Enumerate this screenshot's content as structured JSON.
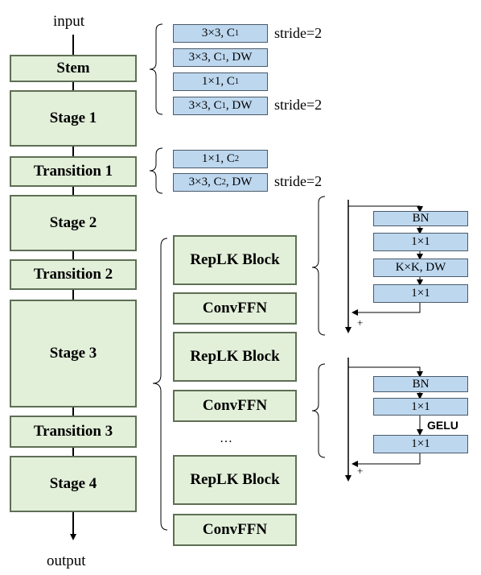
{
  "io": {
    "input": "input",
    "output": "output"
  },
  "stages": [
    {
      "label": "Stem"
    },
    {
      "label": "Stage 1"
    },
    {
      "label": "Transition 1"
    },
    {
      "label": "Stage 2"
    },
    {
      "label": "Transition 2"
    },
    {
      "label": "Stage 3"
    },
    {
      "label": "Transition 3"
    },
    {
      "label": "Stage 4"
    }
  ],
  "stem_ops": [
    {
      "text": "3×3, C",
      "sub": "1",
      "suffix": "",
      "stride": "stride=2"
    },
    {
      "text": "3×3, C",
      "sub": "1",
      "suffix": ", DW",
      "stride": ""
    },
    {
      "text": "1×1, C",
      "sub": "1",
      "suffix": "",
      "stride": ""
    },
    {
      "text": "3×3, C",
      "sub": "1",
      "suffix": ", DW",
      "stride": "stride=2"
    }
  ],
  "transition_ops": [
    {
      "text": "1×1, C",
      "sub": "2",
      "suffix": "",
      "stride": ""
    },
    {
      "text": "3×3, C",
      "sub": "2",
      "suffix": ", DW",
      "stride": "stride=2"
    }
  ],
  "stage_blocks": [
    "RepLK Block",
    "ConvFFN",
    "RepLK Block",
    "ConvFFN",
    "RepLK Block",
    "ConvFFN"
  ],
  "ellipsis": "…",
  "replk_detail": {
    "ops": [
      "BN",
      "1×1",
      "K×K, DW",
      "1×1"
    ],
    "plus": "+"
  },
  "convffn_detail": {
    "ops": [
      "BN",
      "1×1",
      "1×1"
    ],
    "activation": "GELU",
    "plus": "+"
  },
  "colors": {
    "stage_fill": "#e2efd9",
    "op_fill": "#bdd7ee"
  }
}
